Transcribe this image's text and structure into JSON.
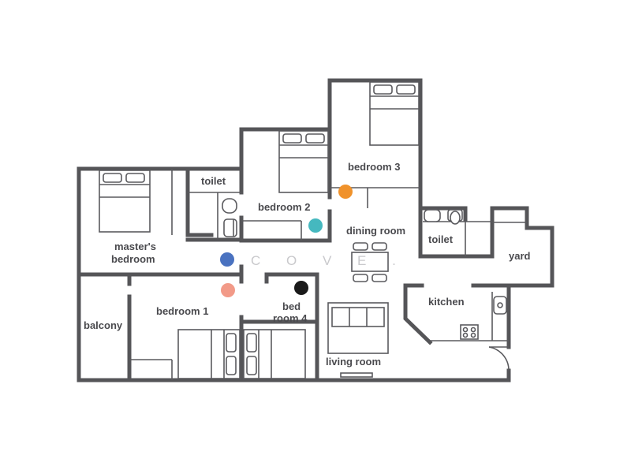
{
  "rooms": {
    "bedroom_3": "bedroom 3",
    "bedroom_2": "bedroom 2",
    "toilet_1": "toilet",
    "dining_room": "dining room",
    "toilet_2": "toilet",
    "yard": "yard",
    "masters_bedroom_line1": "master's",
    "masters_bedroom_line2": "bedroom",
    "bedroom_1": "bedroom 1",
    "bedroom_4_line1": "bed",
    "bedroom_4_line2": "room 4",
    "kitchen": "kitchen",
    "balcony": "balcony",
    "living_room": "living room"
  },
  "watermark": "C O V E .",
  "markers": [
    {
      "name": "bedroom-3-marker",
      "color": "#f0922b"
    },
    {
      "name": "bedroom-2-marker",
      "color": "#45b8bf"
    },
    {
      "name": "masters-bedroom-marker",
      "color": "#4a72c0"
    },
    {
      "name": "bedroom-1-marker",
      "color": "#f29a88"
    },
    {
      "name": "bedroom-4-marker",
      "color": "#1a1a1a"
    }
  ],
  "colors": {
    "wall": "#555558",
    "text": "#4a4a4e"
  }
}
